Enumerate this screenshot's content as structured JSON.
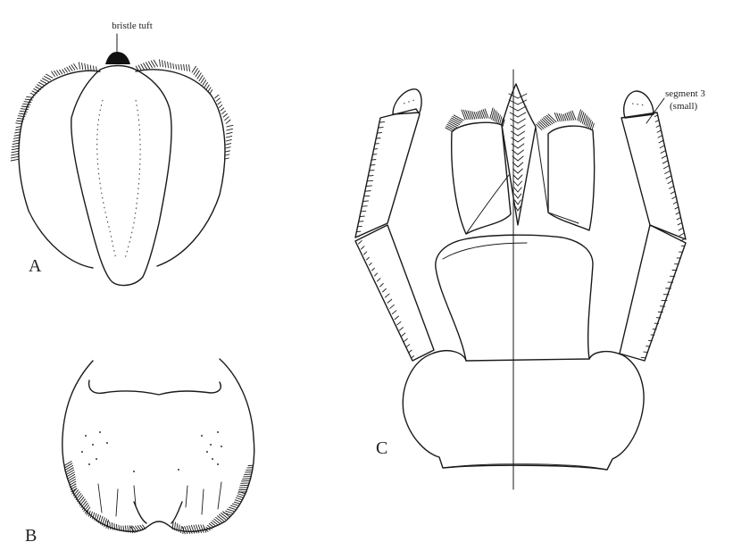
{
  "figure": {
    "panels": [
      {
        "id": "A",
        "label": "A"
      },
      {
        "id": "B",
        "label": "B"
      },
      {
        "id": "C",
        "label": "C"
      }
    ],
    "annotations": {
      "bristle_tuft": "bristle tuft",
      "segment3_line1": "segment 3",
      "segment3_line2": "(small)"
    }
  }
}
